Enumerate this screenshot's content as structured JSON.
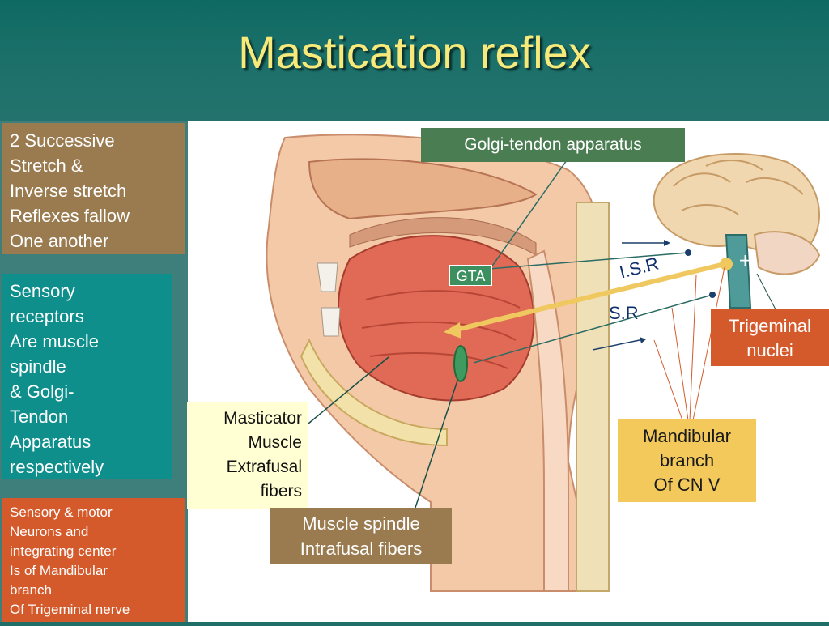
{
  "slide": {
    "title": "Mastication reflex"
  },
  "sidebar": {
    "box1": [
      "2 Successive",
      "Stretch &",
      "Inverse stretch",
      "Reflexes fallow",
      "One another"
    ],
    "box2": [
      "Sensory",
      "receptors",
      "Are muscle",
      "spindle",
      "& Golgi-",
      "Tendon",
      "Apparatus",
      "respectively"
    ],
    "box3": [
      "Sensory & motor",
      "Neurons and",
      "integrating center",
      "Is of Mandibular",
      "branch",
      "Of Trigeminal nerve"
    ]
  },
  "labels": {
    "golgi_tendon": "Golgi-tendon apparatus",
    "gta": "GTA",
    "isr": "I.S.R",
    "sr": "S.R",
    "trigeminal": [
      "Trigeminal",
      "nuclei"
    ],
    "mandibular": [
      "Mandibular",
      "branch",
      "Of CN V"
    ],
    "masticator": [
      "Masticator",
      "Muscle",
      "Extrafusal",
      "fibers"
    ],
    "muscle_spindle": [
      "Muscle spindle",
      "Intrafusal fibers"
    ],
    "plus_sign": "+"
  },
  "colors": {
    "title": "#f7ea7a",
    "header_bg": "#0f6a63",
    "box_brown": "#9a7b50",
    "box_teal": "#0f8f8c",
    "box_orange": "#d45a2b",
    "box_yellow": "#f2c95a",
    "box_cream": "#ffffd3",
    "gta_green": "#4a7d52",
    "pathway_gold": "#f0c860"
  }
}
